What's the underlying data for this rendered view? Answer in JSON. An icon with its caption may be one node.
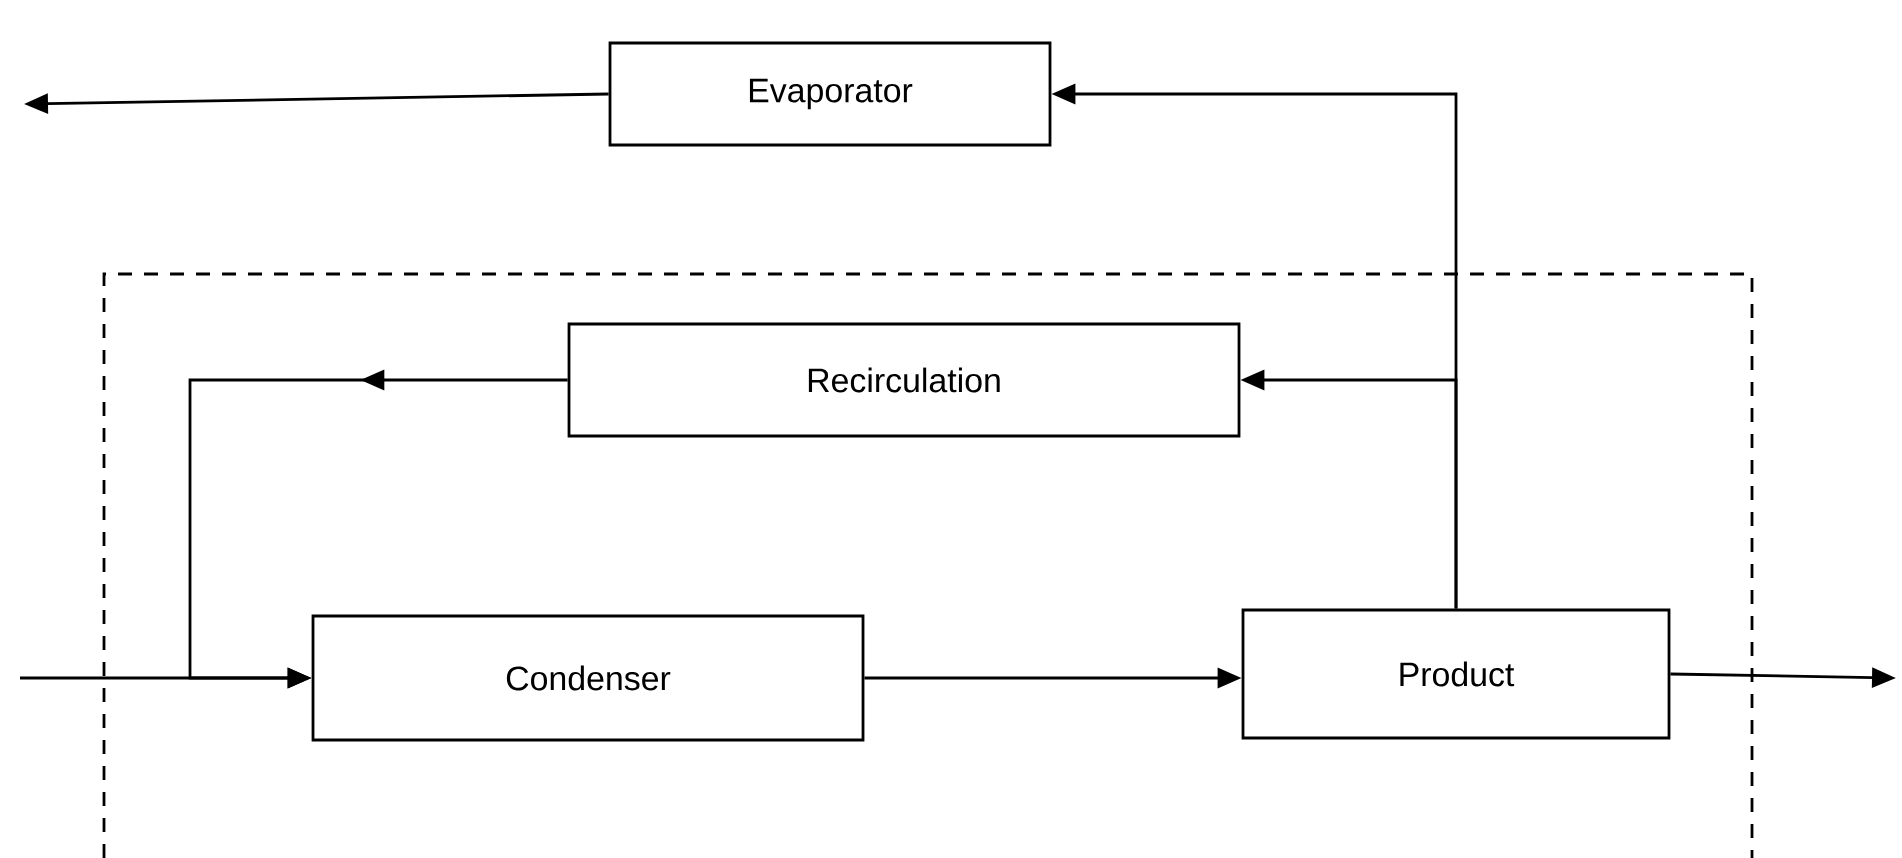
{
  "diagram": {
    "nodes": [
      {
        "text": [
          "Evaporator"
        ]
      },
      {
        "text": [
          "Recirculation"
        ]
      },
      {
        "text": [
          "Condenser"
        ]
      },
      {
        "text": [
          "Product"
        ]
      }
    ],
    "edges": [
      {
        "from": 0,
        "to": null,
        "arrow": "to"
      },
      {
        "from": 3,
        "to": 0,
        "arrow": "to"
      },
      {
        "from": 3,
        "to": 1,
        "arrow": "to"
      },
      {
        "from": 1,
        "to": 2,
        "arrow": "to"
      },
      {
        "from": null,
        "to": 2,
        "arrow": "to"
      },
      {
        "from": 2,
        "to": 3,
        "arrow": "to"
      },
      {
        "from": 3,
        "to": null,
        "arrow": "to"
      }
    ]
  }
}
